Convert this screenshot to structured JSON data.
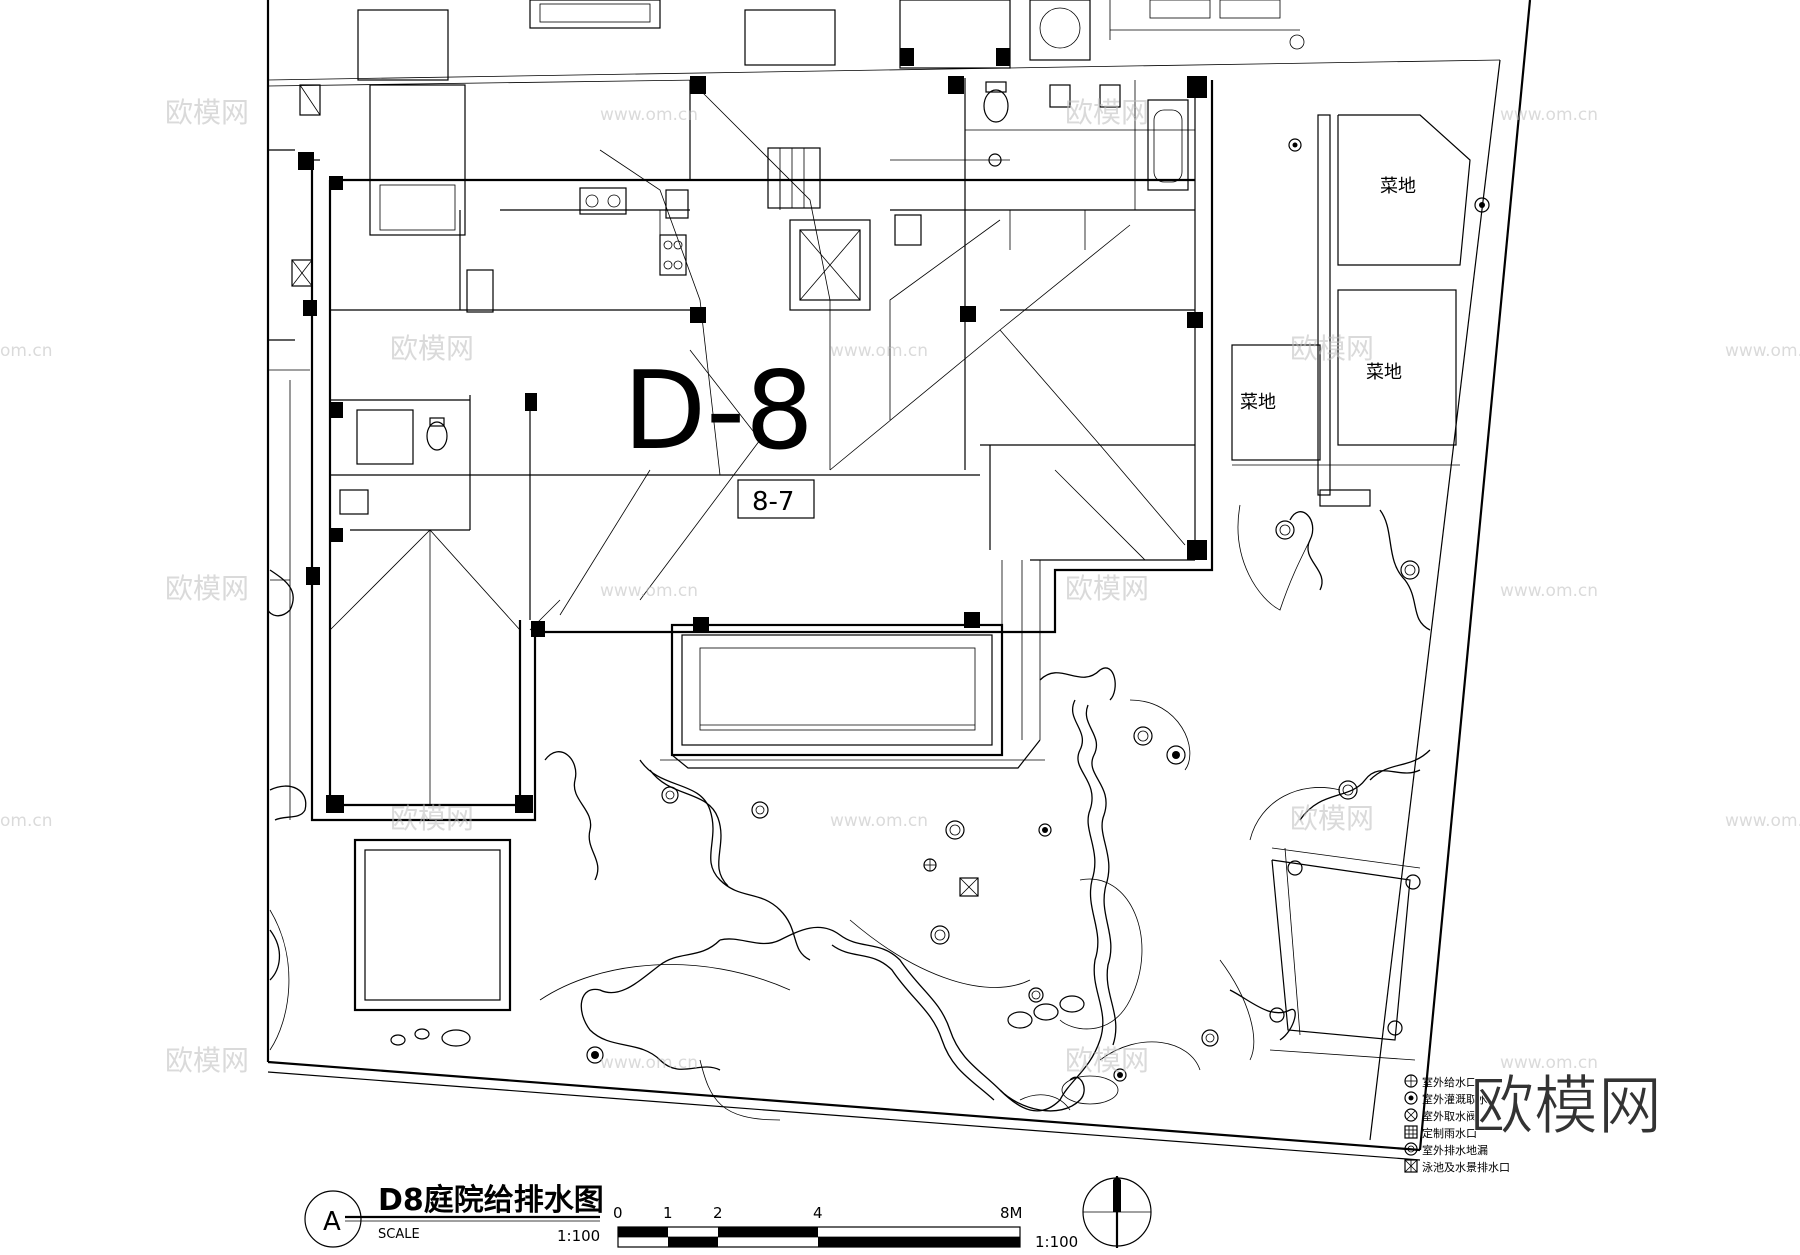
{
  "plan": {
    "building_code": "D-8",
    "unit_tag": "8-7",
    "vegetable_plot_label": "菜地",
    "vegetable_plots": [
      "菜地",
      "菜地",
      "菜地"
    ]
  },
  "title_block": {
    "marker_letter": "A",
    "title": "D8庭院给排水图",
    "scale_caption": "SCALE",
    "scale_ratio": "1:100",
    "scalebar_ticks": [
      "0",
      "1",
      "2",
      "4",
      "8M"
    ],
    "scalebar_ratio": "1:100"
  },
  "legend": {
    "items": [
      {
        "icon": "outdoor-water-supply-icon",
        "label": "室外给水口"
      },
      {
        "icon": "outdoor-irrigation-icon",
        "label": "室外灌溉取水"
      },
      {
        "icon": "outdoor-intake-icon",
        "label": "室外取水阀"
      },
      {
        "icon": "custom-rain-outlet-icon",
        "label": "定制雨水口"
      },
      {
        "icon": "outdoor-floor-drain-icon",
        "label": "室外排水地漏"
      },
      {
        "icon": "pool-drain-icon",
        "label": "泳池及水景排水口"
      }
    ]
  },
  "watermark": {
    "brand": "欧模网",
    "url": "www.om.cn",
    "domain_fragment": "om.cn"
  }
}
